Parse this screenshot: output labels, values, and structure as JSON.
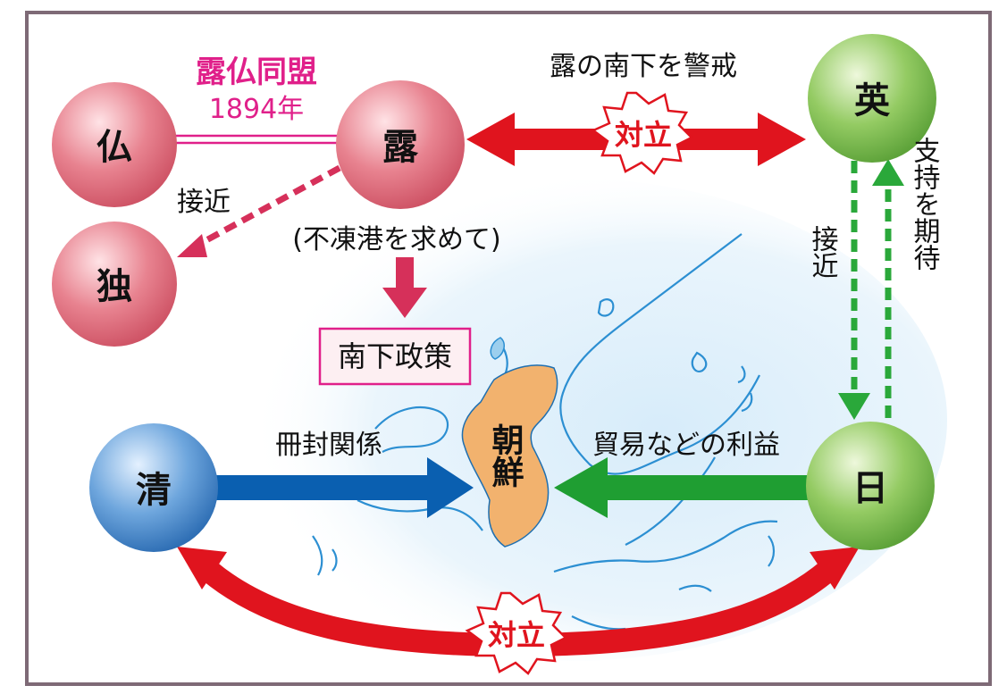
{
  "nodes": {
    "russia": "露",
    "france": "仏",
    "germany": "独",
    "britain": "英",
    "qing": "清",
    "japan": "日",
    "korea": "朝鮮"
  },
  "labels": {
    "alliance_name": "露仏同盟",
    "alliance_year": "1894年",
    "approach_left": "接近",
    "seeking_port": "(不凍港を求めて)",
    "southward_policy": "南下政策",
    "wary_of_russia": "露の南下を警戒",
    "confront_top": "対立",
    "approach_right": "接近",
    "expect_support": "支持を期待",
    "tributary": "冊封関係",
    "trade_interest": "貿易などの利益",
    "confront_bottom": "対立"
  },
  "colors": {
    "russia_group": "#e3707f",
    "britain_japan": "#7cbd4a",
    "qing": "#3f82c8",
    "confront_arrow": "#e0141e",
    "blue_arrow": "#0a5fb0",
    "green_arrow": "#1f9e32",
    "alliance_pink": "#e0208a",
    "korea_fill": "#f2b26e",
    "frame": "#7e6a76"
  }
}
